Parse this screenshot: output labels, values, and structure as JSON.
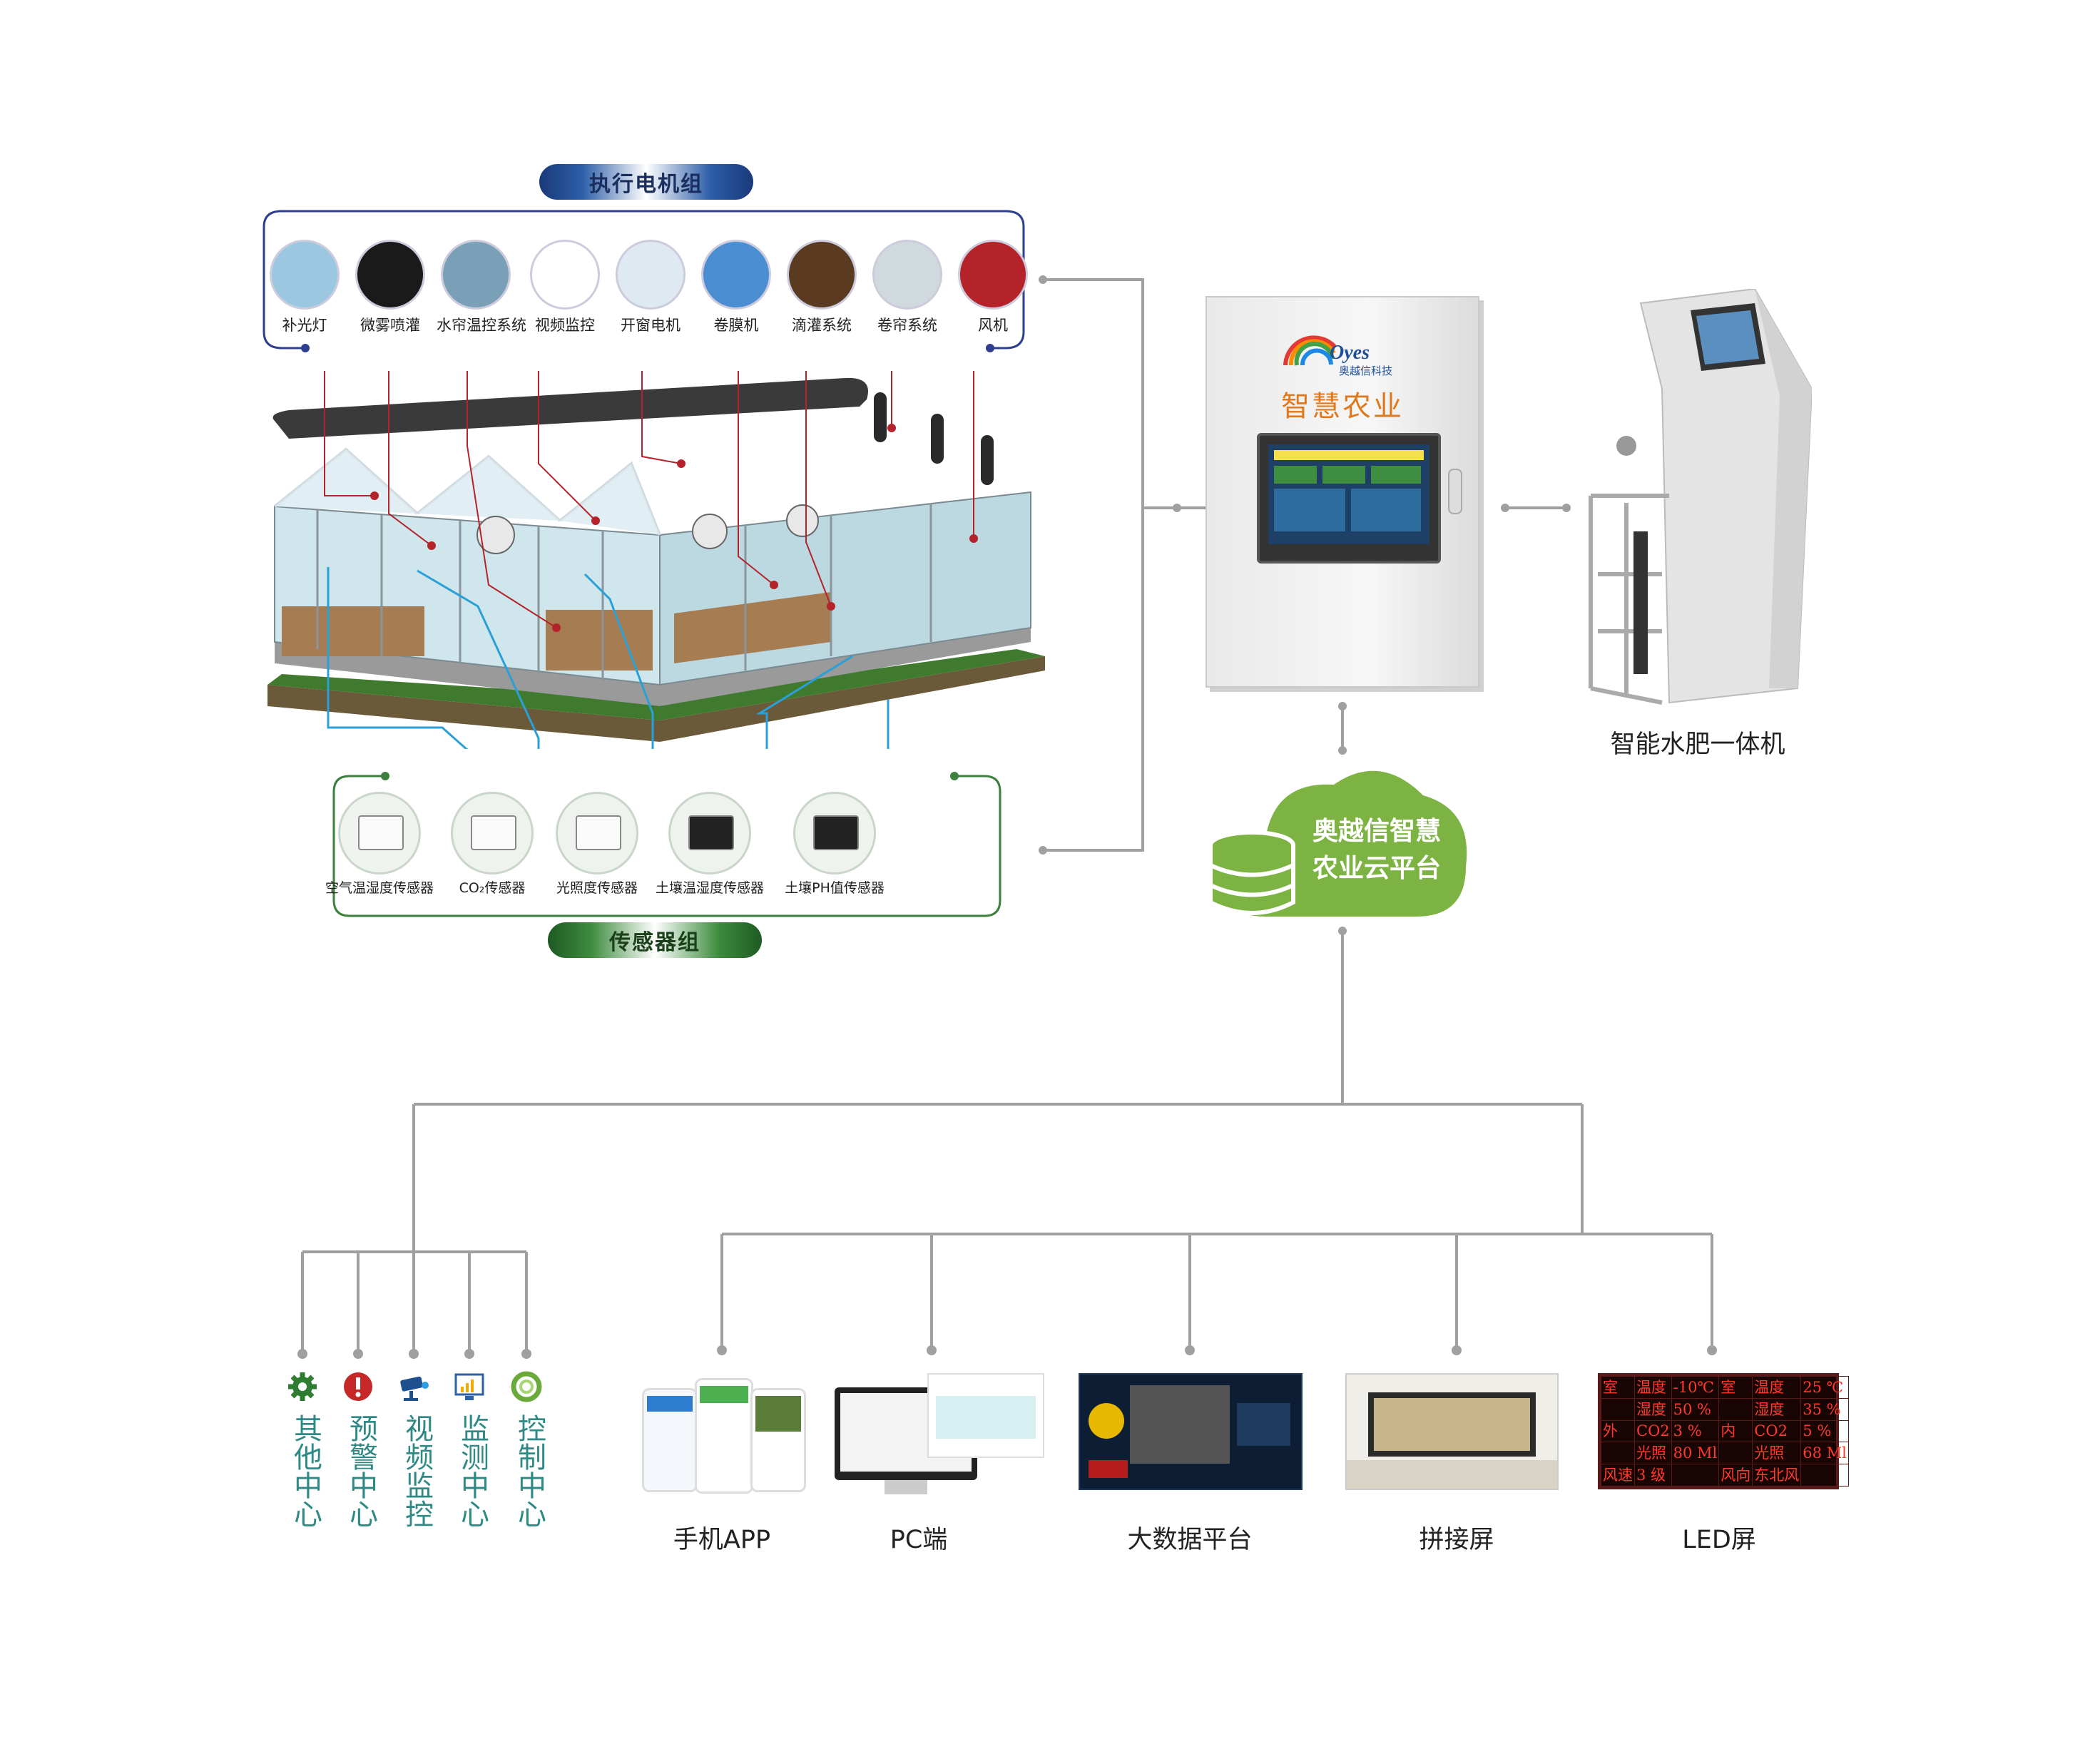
{
  "actuators": {
    "title": "执行电机组",
    "items": [
      {
        "label": "补光灯"
      },
      {
        "label": "微雾喷灌"
      },
      {
        "label": "水帘温控系统"
      },
      {
        "label": "视频监控"
      },
      {
        "label": "开窗电机"
      },
      {
        "label": "卷膜机"
      },
      {
        "label": "滴灌系统"
      },
      {
        "label": "卷帘系统"
      },
      {
        "label": "风机"
      }
    ]
  },
  "sensors": {
    "title": "传感器组",
    "items": [
      {
        "label": "空气温湿度传感器"
      },
      {
        "label": "CO₂传感器"
      },
      {
        "label": "光照度传感器"
      },
      {
        "label": "土壤温湿度传感器"
      },
      {
        "label": "土壤PH值传感器"
      }
    ]
  },
  "controller": {
    "logo_text": "Oyes",
    "logo_sub": "奥越信科技",
    "title": "智慧农业"
  },
  "fertigation": {
    "label": "智能水肥一体机"
  },
  "cloud": {
    "line1": "奥越信智慧",
    "line2": "农业云平台"
  },
  "centers": [
    {
      "label": "其他中心",
      "icon": "gear-icon",
      "color": "#2e7d32"
    },
    {
      "label": "预警中心",
      "icon": "alert-icon",
      "color": "#c62828"
    },
    {
      "label": "视频监控",
      "icon": "camera-icon",
      "color": "#1e4f8f"
    },
    {
      "label": "监测中心",
      "icon": "monitor-chart-icon",
      "color": "#2b62a8"
    },
    {
      "label": "控制中心",
      "icon": "ring-icon",
      "color": "#6aaa3a"
    }
  ],
  "outputs": [
    {
      "label": "手机APP"
    },
    {
      "label": "PC端"
    },
    {
      "label": "大数据平台"
    },
    {
      "label": "拼接屏"
    },
    {
      "label": "LED屏"
    }
  ],
  "led": {
    "rows": [
      [
        "室",
        "温度",
        "-10℃",
        "室",
        "温度",
        "25 ℃"
      ],
      [
        "",
        "湿度",
        "50 %",
        "",
        "湿度",
        "35 %"
      ],
      [
        "外",
        "CO2",
        "3 %",
        "内",
        "CO2",
        "5 %"
      ],
      [
        "",
        "光照",
        "80 Ml",
        "",
        "光照",
        "68 Ml"
      ],
      [
        "风速",
        "3 级",
        "",
        "风向",
        "东北风",
        ""
      ]
    ]
  },
  "colors": {
    "line": "#a0a0a0",
    "blue_frame": "#2f3f8f",
    "green_frame": "#3d7f3d",
    "cloud": "#7cb342",
    "teal_text": "#2f8a86",
    "controller_title": "#e0781c"
  }
}
